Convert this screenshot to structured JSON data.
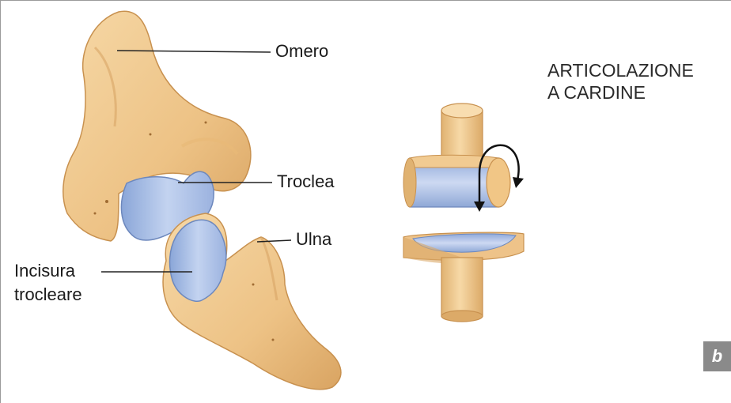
{
  "labels": {
    "omero": "Omero",
    "troclea": "Troclea",
    "ulna": "Ulna",
    "incisura_line1": "Incisura",
    "incisura_line2": "trocleare"
  },
  "title": {
    "line1": "ARTICOLAZIONE",
    "line2": "A CARDINE"
  },
  "badge": "b",
  "colors": {
    "bone": "#f0c98f",
    "bone_shadow": "#d9a565",
    "cartilage": "#a9bfe6",
    "badge_bg": "#8a8a8a"
  }
}
